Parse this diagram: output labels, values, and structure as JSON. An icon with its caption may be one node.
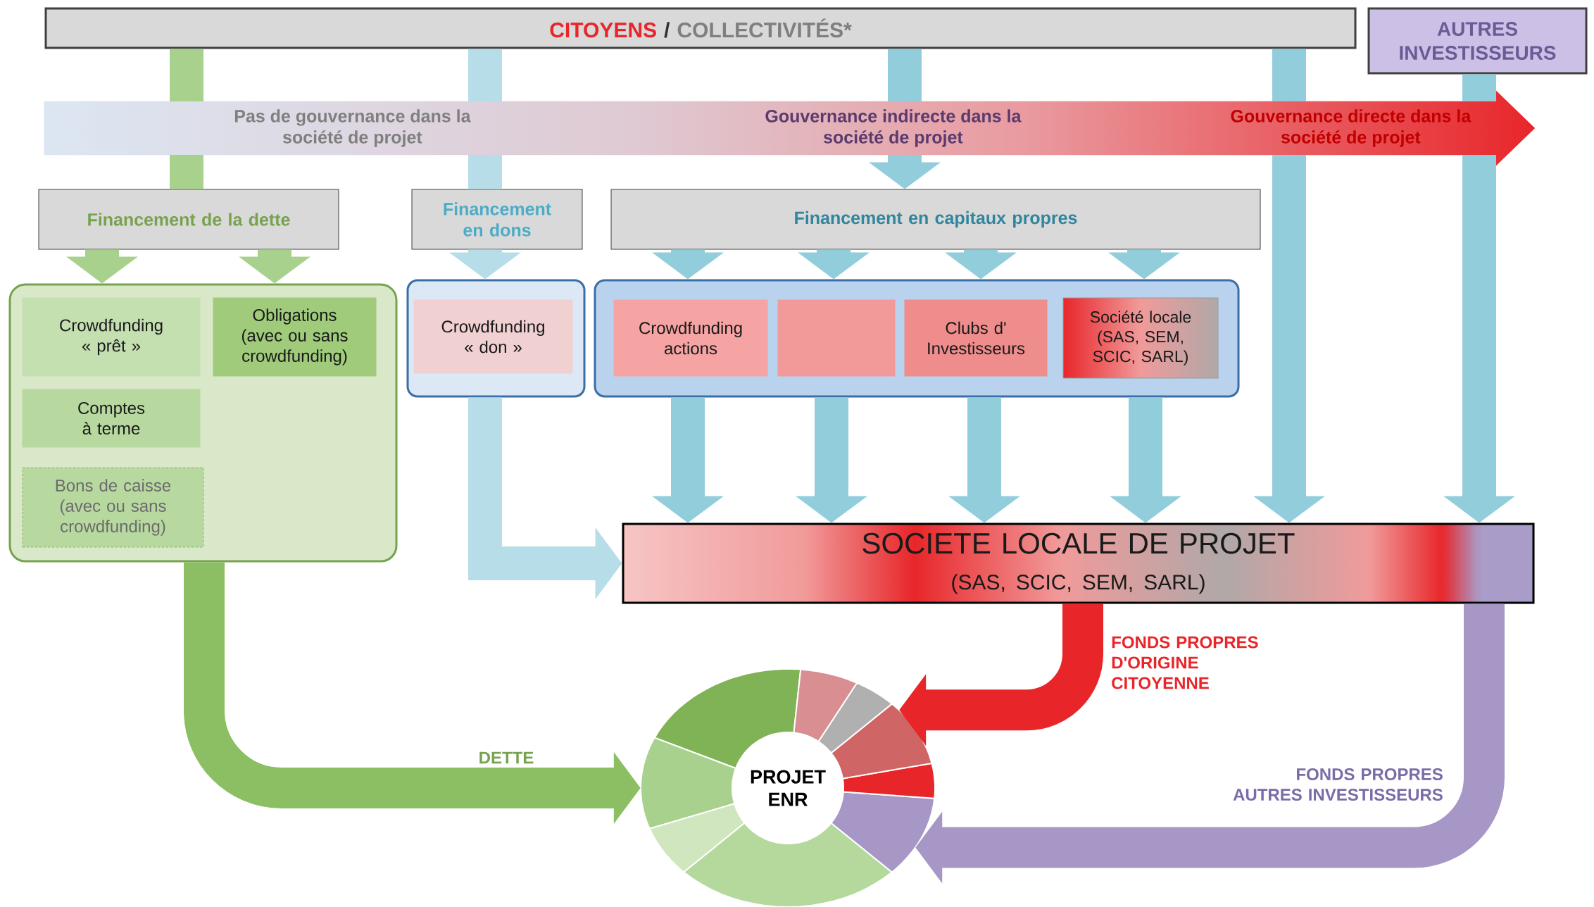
{
  "diagram": {
    "nodes": [
      {
        "text": [
          "CITOYENS",
          "/",
          "COLLECTIVITÉS*"
        ]
      },
      {
        "text": [
          "AUTRES INVESTISSEURS"
        ]
      },
      {
        "text": [
          "Pas de gouvernance dans la société de projet",
          "Gouvernance indirecte dans la société de projet",
          "Gouvernance directe dans la société de projet"
        ]
      },
      {
        "text": [
          "Financement de la dette"
        ]
      },
      {
        "text": [
          "Financement en dons"
        ]
      },
      {
        "text": [
          "Financement en capitaux propres"
        ]
      },
      {
        "text": [],
        "shape": "box"
      },
      {
        "text": [
          "Crowdfunding « prêt »"
        ],
        "in": 6
      },
      {
        "text": [
          "Obligations (avec ou sans crowdfunding)"
        ],
        "in": 6
      },
      {
        "text": [
          "Comptes à terme"
        ],
        "in": 6
      },
      {
        "text": [
          "Bons de caisse (avec ou sans crowdfunding)"
        ],
        "in": 6
      },
      {
        "text": [],
        "shape": "box"
      },
      {
        "text": [
          "Crowdfunding « don »"
        ],
        "in": 11
      },
      {
        "text": [],
        "shape": "box"
      },
      {
        "text": [
          "Crowdfunding actions"
        ],
        "in": 13
      },
      {
        "text": [],
        "shape": "box",
        "in": 13
      },
      {
        "text": [
          "Clubs d' Investisseurs"
        ],
        "in": 13
      },
      {
        "text": [
          "Société locale (SAS, SEM, SCIC, SARL)"
        ],
        "in": 13
      },
      {
        "text": [
          "SOCIETE LOCALE DE PROJET",
          "(SAS, SCIC, SEM, SARL)"
        ]
      },
      {
        "text": [
          "PROJET ENR"
        ]
      }
    ],
    "edges": [
      {
        "from": 0,
        "to": 2,
        "arrow": "none",
        "color": "#a9d18e"
      },
      {
        "from": 0,
        "to": 2,
        "arrow": "none",
        "color": "#b7dee8"
      },
      {
        "from": 0,
        "to": 2,
        "arrow": "none"
      },
      {
        "from": 0,
        "to": 2,
        "arrow": "none"
      },
      {
        "from": 1,
        "to": 2,
        "arrow": "none"
      },
      {
        "from": 2,
        "to": 3,
        "arrow": "none",
        "color": "#a9d18e"
      },
      {
        "from": 2,
        "to": 4,
        "arrow": "none",
        "color": "#b7dee8"
      },
      {
        "from": 2,
        "to": 5,
        "arrow": "to"
      },
      {
        "from": 2,
        "to": 18,
        "arrow": "to"
      },
      {
        "from": 2,
        "to": 18,
        "arrow": "to"
      },
      {
        "from": 3,
        "to": 6,
        "arrow": "to",
        "color": "#a9d18e"
      },
      {
        "from": 3,
        "to": 6,
        "arrow": "to",
        "color": "#a9d18e"
      },
      {
        "from": 4,
        "to": 11,
        "arrow": "to",
        "color": "#b7dee8"
      },
      {
        "from": 5,
        "to": 13,
        "arrow": "to"
      },
      {
        "from": 5,
        "to": 13,
        "arrow": "to"
      },
      {
        "from": 5,
        "to": 13,
        "arrow": "to"
      },
      {
        "from": 5,
        "to": 13,
        "arrow": "to"
      },
      {
        "from": 13,
        "to": 18,
        "arrow": "to"
      },
      {
        "from": 13,
        "to": 18,
        "arrow": "to"
      },
      {
        "from": 13,
        "to": 18,
        "arrow": "to"
      },
      {
        "from": 13,
        "to": 18,
        "arrow": "to"
      },
      {
        "from": 11,
        "to": 18,
        "arrow": "to",
        "color": "#b7dee8"
      },
      {
        "from": 6,
        "to": 19,
        "arrow": "to",
        "label": "DETTE",
        "color": "#8cbf64"
      },
      {
        "from": 18,
        "to": 19,
        "arrow": "to",
        "label": "FONDS PROPRES D'ORIGINE CITOYENNE",
        "color": "#e8262a"
      },
      {
        "from": 18,
        "to": 19,
        "arrow": "to",
        "label": "FONDS PROPRES AUTRES INVESTISSEURS",
        "color": "#a697c7"
      }
    ]
  }
}
